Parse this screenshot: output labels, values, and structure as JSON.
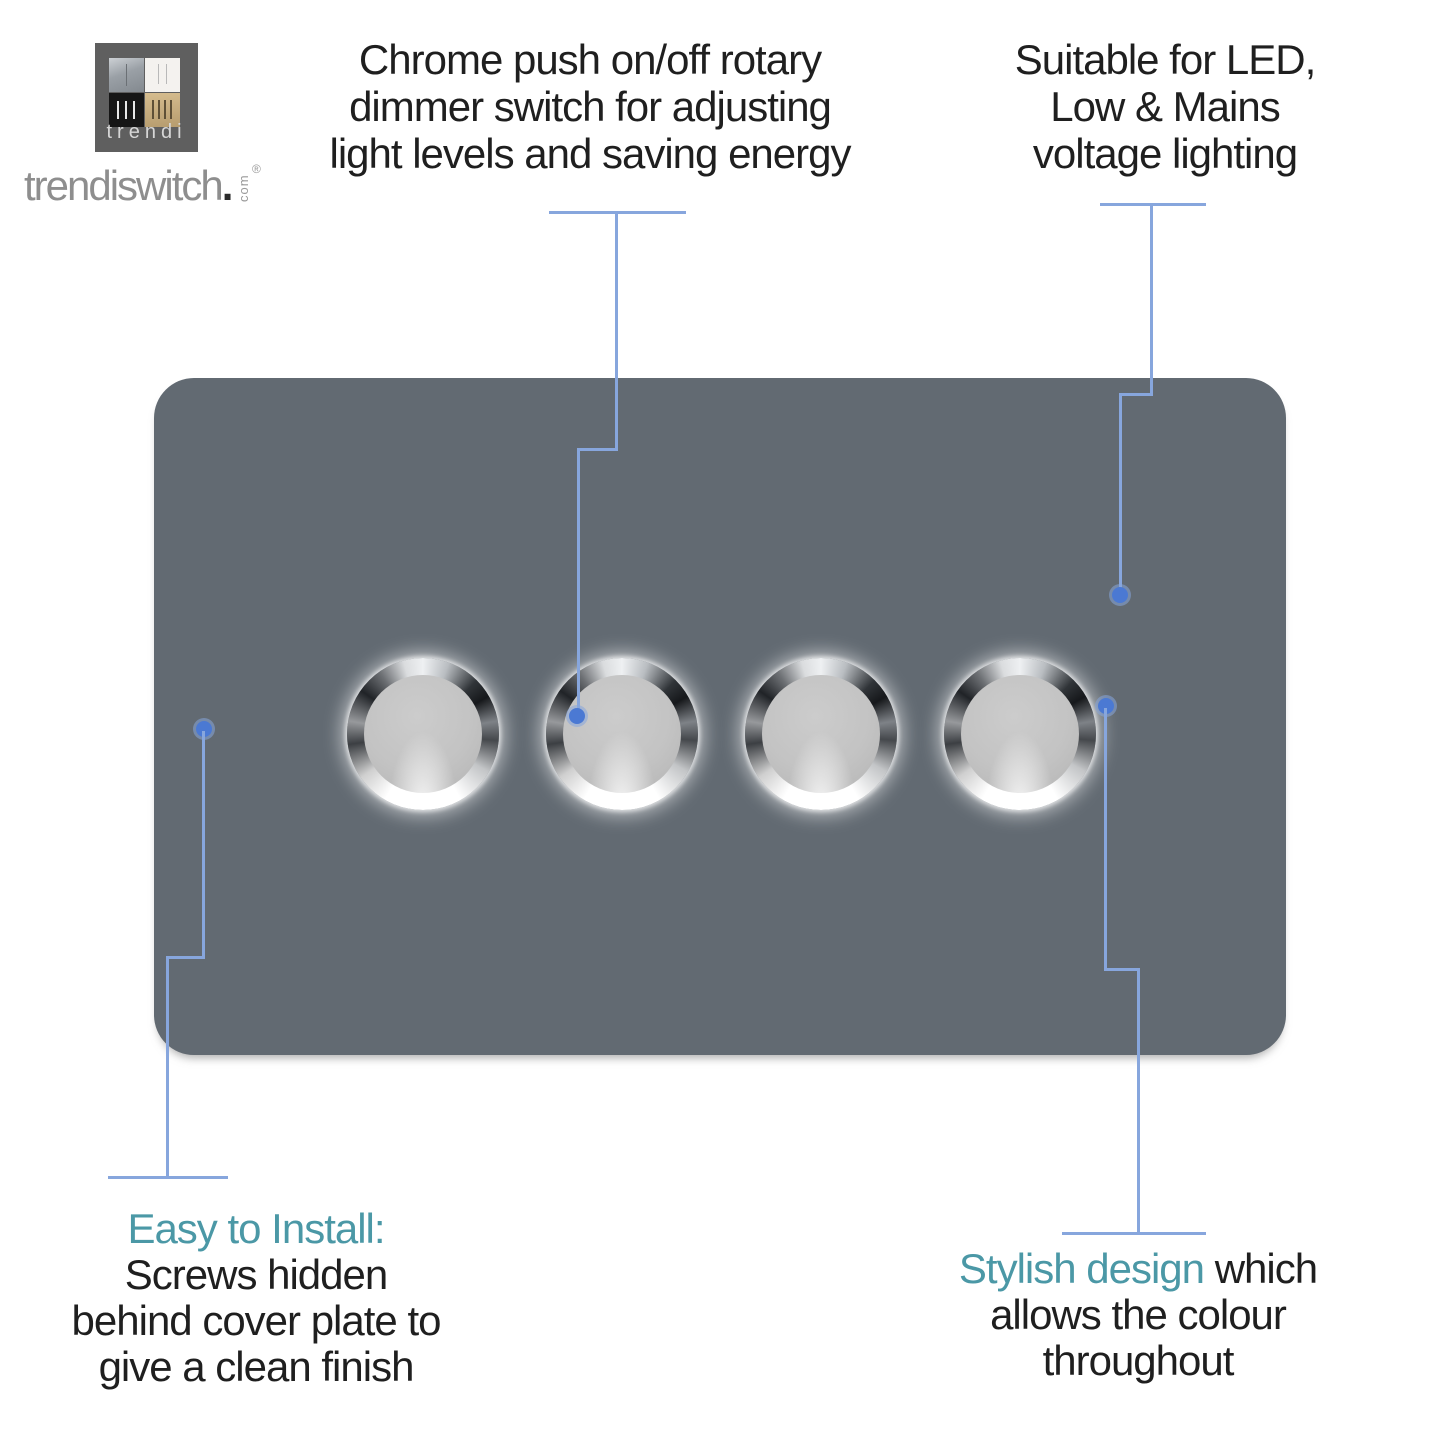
{
  "brand": {
    "logo_label": "trendi",
    "wordmark": "trendiswitch",
    "wordmark_period": ".",
    "wordmark_domain": "com",
    "registered": "®"
  },
  "callouts": {
    "top_center": {
      "lines": [
        "Chrome push on/off rotary",
        "dimmer switch for adjusting",
        "light levels and saving energy"
      ]
    },
    "top_right": {
      "lines": [
        "Suitable for LED,",
        "Low & Mains",
        "voltage lighting"
      ]
    },
    "bottom_left": {
      "highlight": "Easy to Install:",
      "lines": [
        "Screws hidden",
        "behind cover plate to",
        "give a clean finish"
      ]
    },
    "bottom_right": {
      "highlight": "Stylish design",
      "rest": " which",
      "lines": [
        "allows the colour",
        "throughout"
      ]
    }
  },
  "product": {
    "knob_count": 4,
    "knob_finish": "chrome",
    "plate_color": "#626a72"
  },
  "colors": {
    "teal_accent": "#4b98a6",
    "callout_line": "#87a6dd",
    "callout_dot": "#4b79d3",
    "text_dark": "#1f1f1f",
    "plate_gray": "#626a72",
    "logo_gray": "#8e8e8e"
  }
}
